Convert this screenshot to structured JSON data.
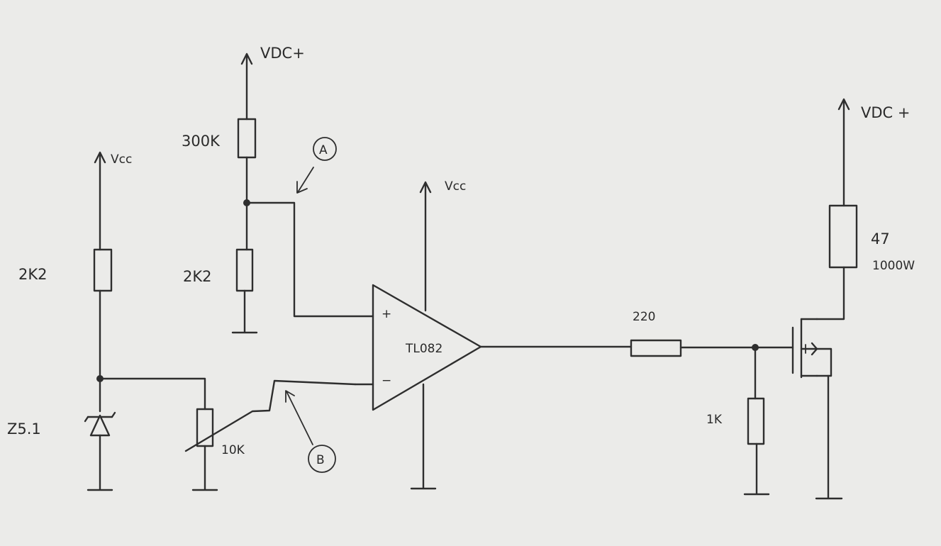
{
  "labels": {
    "vdc_top": "VDC+",
    "vcc_left": "Vcc",
    "vcc_opamp": "Vcc",
    "vdc_right": "VDC +",
    "r_300k": "300K",
    "r_2k2_mid": "2K2",
    "r_2k2_left": "2K2",
    "zener": "Z5.1",
    "pot_10k": "10K",
    "node_a": "A",
    "node_b": "B",
    "opamp": "TL082",
    "opamp_plus": "+",
    "opamp_minus": "−",
    "r_220": "220",
    "r_1k": "1K",
    "load_value": "47",
    "load_power": "1000W"
  },
  "colors": {
    "paper": "#ebebe9",
    "ink": "#2e2e2e"
  }
}
